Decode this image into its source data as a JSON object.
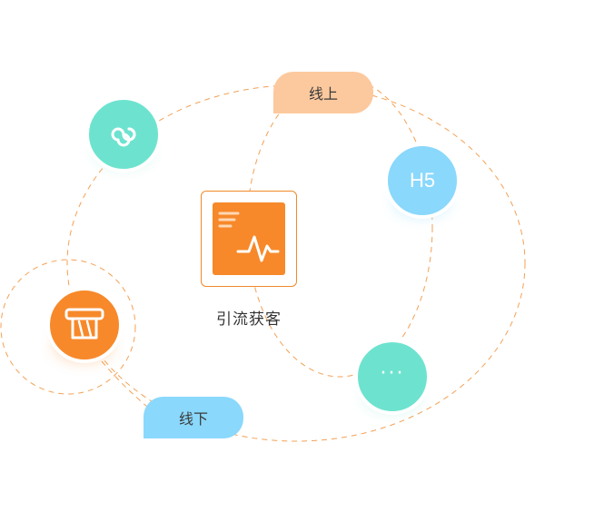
{
  "center": {
    "label": "引流获客"
  },
  "tags": {
    "online": "线上",
    "offline": "线下"
  },
  "nodes": {
    "h5": "H5",
    "more": "···"
  },
  "colors": {
    "accent_orange": "#f7892a",
    "mint": "#6de3cf",
    "sky": "#8ad8fc",
    "peach": "#fcc99e",
    "dash": "#f08a2a"
  }
}
